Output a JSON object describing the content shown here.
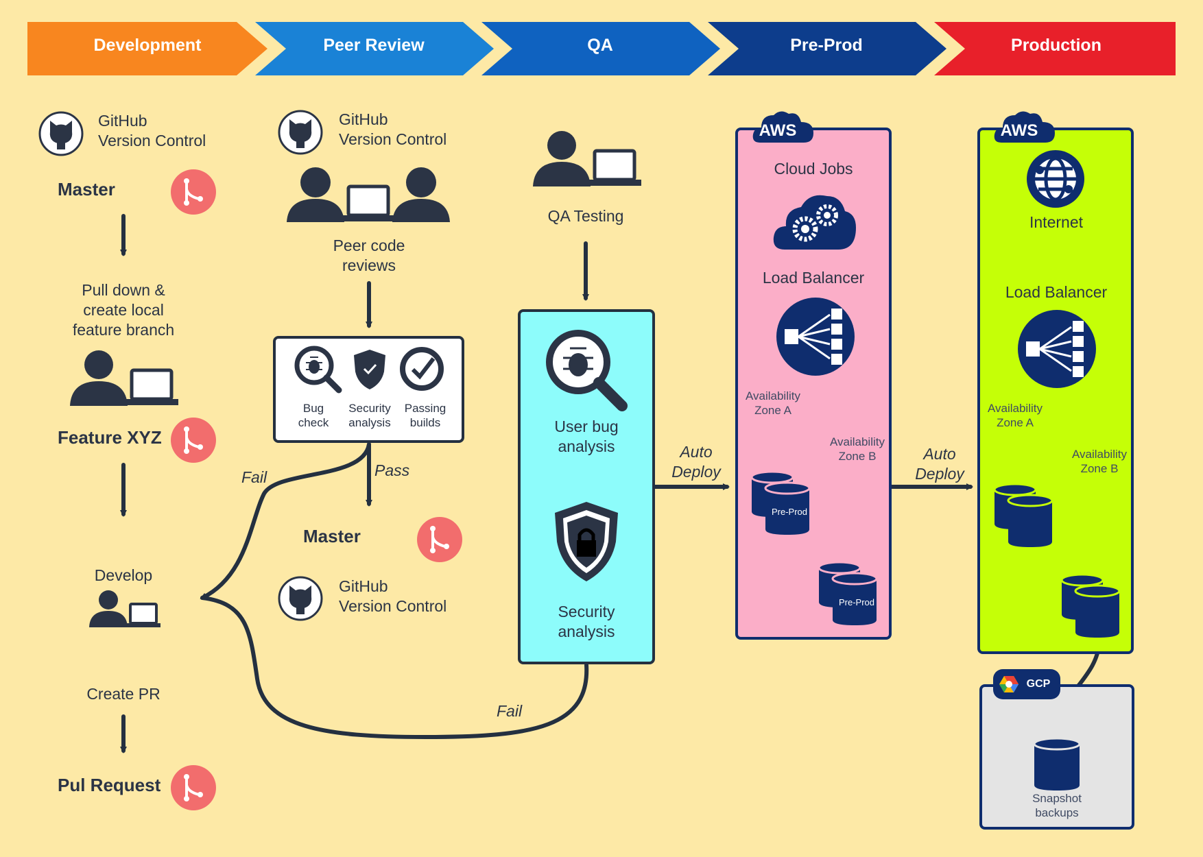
{
  "stages": [
    "Development",
    "Peer Review",
    "QA",
    "Pre-Prod",
    "Production"
  ],
  "stage_colors": [
    "#f8861f",
    "#1a82d6",
    "#0f62c0",
    "#0d3d8c",
    "#e8202a"
  ],
  "development": {
    "github": "GitHub\nVersion Control",
    "master": "Master",
    "pull_down": "Pull down &\ncreate local\nfeature branch",
    "feature": "Feature XYZ",
    "develop": "Develop",
    "create_pr": "Create PR",
    "pull_request": "Pul Request"
  },
  "peer_review": {
    "github": "GitHub\nVersion Control",
    "peer_code": "Peer code\nreviews",
    "checks": [
      "Bug\ncheck",
      "Security\nanalysis",
      "Passing\nbuilds"
    ],
    "pass": "Pass",
    "fail": "Fail",
    "master": "Master",
    "github2": "GitHub\nVersion Control"
  },
  "qa": {
    "testing": "QA Testing",
    "user_bug": "User bug\nanalysis",
    "security": "Security\nanalysis",
    "fail": "Fail",
    "auto_deploy": "Auto\nDeploy"
  },
  "preprod": {
    "aws": "AWS",
    "cloud_jobs": "Cloud Jobs",
    "load_balancer": "Load Balancer",
    "zone_a": "Availability\nZone A",
    "zone_b": "Availability\nZone B",
    "db_label": "Pre-Prod",
    "auto_deploy": "Auto\nDeploy"
  },
  "production": {
    "aws": "AWS",
    "internet": "Internet",
    "load_balancer": "Load Balancer",
    "zone_a": "Availability\nZone A",
    "zone_b": "Availability\nZone B",
    "gcp": "GCP",
    "snapshot": "Snapshot\nbackups"
  }
}
